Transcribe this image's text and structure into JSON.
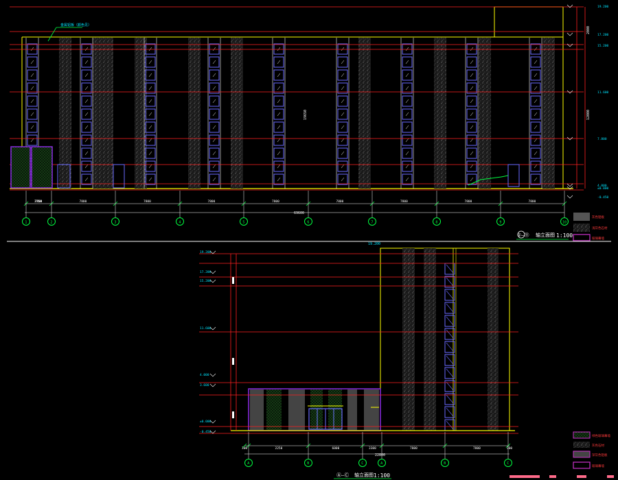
{
  "colors": {
    "background": "#000000",
    "grid_line": "#ff2020",
    "outline": "#ffff00",
    "window_frame": "#6a6aff",
    "glass_panel": "#8a2be2",
    "dimension": "#ffffff",
    "dimension_tick": "#00ff40",
    "level_text": "#00e5ff",
    "axis_circle": "#00ff40",
    "stone": "#9a9a9a",
    "legend_text": "#ff3b3b"
  },
  "drawing_top": {
    "leader_note": "金属铝板（颜色见）",
    "title_prefix": "①—⑪",
    "title_suffix": "轴立面图",
    "scale": "1:100",
    "total_dim": "69600",
    "dims": [
      "3750",
      "7800",
      "7800",
      "7800",
      "7800",
      "7800",
      "7800",
      "7800",
      "7800",
      "7800"
    ],
    "axes": [
      "1",
      "2",
      "3",
      "4",
      "5",
      "6",
      "7",
      "8",
      "9",
      "10"
    ],
    "levels_right": [
      "19.200",
      "17.200",
      "15.200",
      "11.600",
      "7.800",
      "4.000",
      "±0.000",
      "-0.450"
    ],
    "height_dims": [
      "2000",
      "12000",
      "19650"
    ]
  },
  "drawing_bottom": {
    "title_prefix": "Ⓐ—Ⓒ",
    "title_suffix": "轴立面图",
    "scale": "1:100",
    "total_dim": "22800",
    "dims": [
      "300",
      "2250",
      "6000",
      "3300",
      "7800",
      "7800",
      "300"
    ],
    "axes": [
      "A",
      "B",
      "C",
      "A",
      "B",
      "C"
    ],
    "levels_left": [
      "19.200",
      "17.200",
      "15.200",
      "11.600",
      "4.000",
      "3.600",
      "±0.000",
      "-0.450"
    ],
    "top_level": "19.200"
  },
  "legend_top": [
    "灰色铝板",
    "浅灰色石材",
    "玻璃幕墙"
  ],
  "legend_bottom": [
    "绿色玻璃幕墙",
    "灰色石材",
    "深灰色铝板",
    "玻璃幕墙"
  ]
}
